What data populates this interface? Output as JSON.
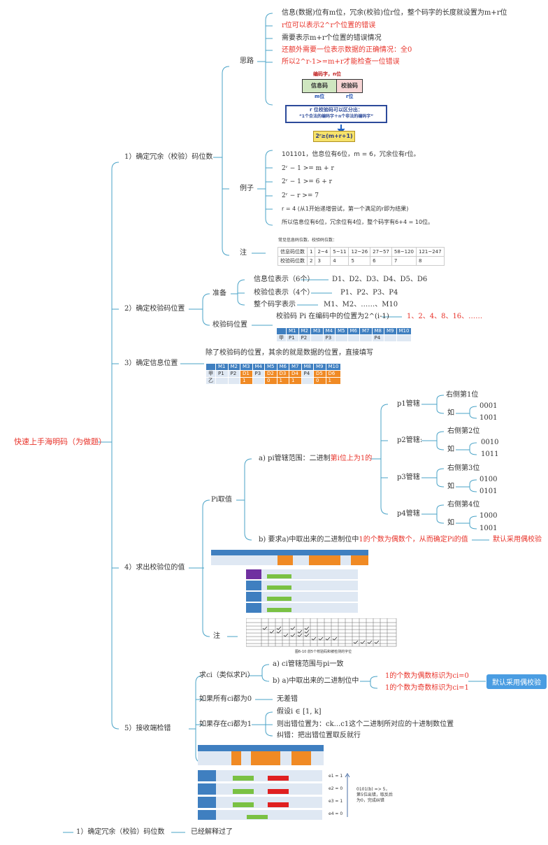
{
  "root": "快速上手海明码（为做题）",
  "colors": {
    "line": "#4aa3c7",
    "red": "#e8332a",
    "blue_pill": "#4a9de2",
    "table_header": "#3f7fc0",
    "orange": "#f08a24"
  },
  "s1": {
    "title": "1）确定冗余（校验）码位数",
    "silu": "思路",
    "silu_items": [
      "信息(数据)位有m位，冗余(校验)位r位，整个码字的长度就设置为m+r位",
      "r位可以表示2^r个位置的错误",
      "需要表示m+r个位置的错误情况",
      "还额外需要一位表示数据的正确情况：全0",
      "所以2^r-1>=m+r才能检查一位错误"
    ],
    "fig": {
      "codeword": "编码字，n位",
      "info": "信息码",
      "check": "校验码",
      "m": "m位",
      "r": "r位",
      "note1": "r 位校验码可以区分出：",
      "note2": "“1个合法的编码字＋n个非法的编码字”",
      "formula": "2ʳ≥(m+r+1)"
    },
    "lizi": "例子",
    "lizi_items": [
      "101101，信息位有6位，m = 6，冗余位有r位。",
      "2ʳ − 1 >= m + r",
      "2ʳ − 1 >= 6 + r",
      "2ʳ − r >= 7",
      "r = 4 (从1开始递增尝试，第一个满足的r即为结果)",
      "所以信息位有6位，冗余位有4位，整个码字有6+4 = 10位。"
    ],
    "zhu": "注",
    "zhu_caption": "常见信息码位数、校验码位数：",
    "zhu_table": {
      "row1": [
        "信息码位数",
        "1",
        "2~4",
        "5~11",
        "12~26",
        "27~57",
        "58~120",
        "121~247"
      ],
      "row2": [
        "校验码位数",
        "2",
        "3",
        "4",
        "5",
        "6",
        "7",
        "8"
      ]
    }
  },
  "s2": {
    "title": "2）确定校验码位置",
    "zhunbei": "准备",
    "prep": [
      {
        "k": "信息位表示（6个）",
        "v": "D1、D2、D3、D4、D5、D6"
      },
      {
        "k": "校验位表示（4个）",
        "v": "P1、P2、P3、P4"
      },
      {
        "k": "整个码字表示",
        "v": "M1、M2、……、M10"
      }
    ],
    "weizhi": "校验码位置",
    "weizhi_text": "校验码 Pi 在编码中的位置为2^(i-1)",
    "weizhi_val": "1、2、4、8、16、……",
    "table_hdr": [
      "",
      "M1",
      "M2",
      "M3",
      "M4",
      "M5",
      "M6",
      "M7",
      "M8",
      "M9",
      "M10"
    ],
    "table_row": [
      "甲",
      "P1",
      "P2",
      "",
      "P3",
      "",
      "",
      "",
      "P4",
      "",
      ""
    ]
  },
  "s3": {
    "title": "3）确定信息位置",
    "text": "除了校验码的位置，其余的就是数据的位置，直接填写",
    "hdr": [
      "",
      "M1",
      "M2",
      "M3",
      "M4",
      "M5",
      "M6",
      "M7",
      "M8",
      "M9",
      "M10"
    ],
    "row1": [
      "甲",
      "P1",
      "P2",
      "D1",
      "P3",
      "D2",
      "D3",
      "D4",
      "P4",
      "D5",
      "D6"
    ],
    "row2": [
      "乙",
      "",
      "",
      "1",
      "",
      "0",
      "1",
      "1",
      "",
      "0",
      "1"
    ]
  },
  "s4": {
    "title": "4）求出校验位的值",
    "piqu": "Pi取值",
    "a_prefix": "a) pi管辖范围：二进制",
    "a_red": "第i位上为1的",
    "p": [
      {
        "name": "p1管辖",
        "right": "右侧第1位",
        "ru": "如",
        "ex": [
          "0001",
          "1001"
        ]
      },
      {
        "name": "p2管辖:",
        "right": "右侧第2位",
        "ru": "如",
        "ex": [
          "0010",
          "1011"
        ]
      },
      {
        "name": "p3管辖",
        "right": "右侧第3位",
        "ru": "如",
        "ex": [
          "0100",
          "0101"
        ]
      },
      {
        "name": "p4管辖",
        "right": "右侧第4位",
        "ru": "如",
        "ex": [
          "1000",
          "1001"
        ]
      }
    ],
    "b_prefix": "b) 要求a)中取出来的二进制位中",
    "b_red": "1的个数为偶数个，从而确定Pi的值",
    "b_default": "默认采用偶校验",
    "zhu": "注",
    "zhu_caption": "图6-10  前5个校验码和被检测的字位"
  },
  "s5": {
    "title": "5）接收端检错",
    "qiu": "求ci（类似求Pi）",
    "qa": "a) ci管辖范围与pi一致",
    "qb": "b) a)中取出来的二进制位中",
    "qb1": "1的个数为偶数标识为ci=0",
    "qb2": "1的个数为奇数标识为ci=1",
    "pill": "默认采用偶校验",
    "all0": "如果所有ci都为0",
    "all0_v": "无差错",
    "has1": "如果存在ci都为1",
    "has1_items": [
      "假设i ∈ [1, k]",
      "则出错位置为：ck...c1这个二进制所对应的十进制数位置",
      "纠错：把出错位置取反就行"
    ],
    "side": [
      "e1 = 1",
      "e2 = 0",
      "e3 = 1",
      "e4 = 0"
    ],
    "side_note": [
      "0101(b) => 5，",
      "第5位出错，取反后",
      "为0，完成纠错"
    ]
  },
  "footer": {
    "title": "1）确定冗余（校验）码位数",
    "note": "已经解释过了"
  }
}
